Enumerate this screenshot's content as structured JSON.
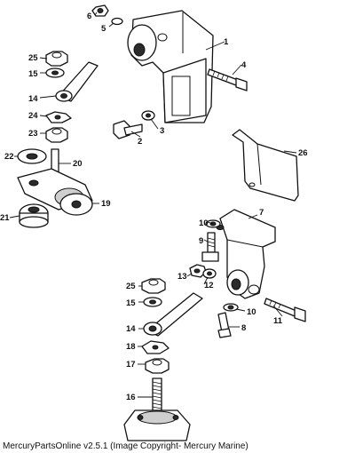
{
  "callouts": {
    "c1": "1",
    "c2": "2",
    "c3": "3",
    "c4": "4",
    "c5": "5",
    "c6": "6",
    "c7": "7",
    "c8": "8",
    "c9": "9",
    "c10a": "10",
    "c10b": "10",
    "c11": "11",
    "c12": "12",
    "c13": "13",
    "c14a": "14",
    "c14b": "14",
    "c15a": "15",
    "c15b": "15",
    "c16": "16",
    "c17": "17",
    "c18": "18",
    "c19": "19",
    "c20": "20",
    "c21": "21",
    "c22": "22",
    "c23": "23",
    "c24": "24",
    "c25a": "25",
    "c25b": "25",
    "c26": "26"
  },
  "footer": {
    "text": "MercuryPartsOnline v2.5.1 (Image Copyright- Mercury Marine)"
  }
}
